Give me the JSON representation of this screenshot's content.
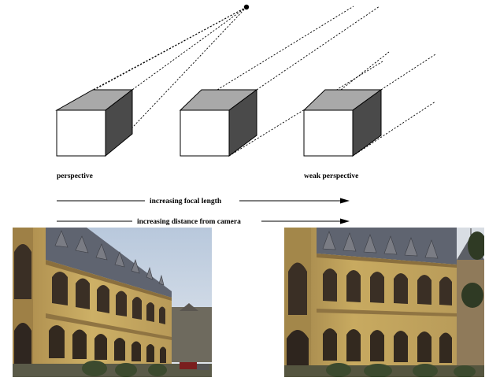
{
  "labels": {
    "left": "perspective",
    "right": "weak perspective",
    "arrow1": "increasing  focal length",
    "arrow2": "increasing distance from camera"
  },
  "colors": {
    "cube_front": "#ffffff",
    "cube_top": "#a9a9a9",
    "cube_side": "#4a4a4a",
    "stone": "#c9a95a",
    "roof": "#5f6470",
    "sky": "#cfd9e6",
    "window": "#3a2f25"
  },
  "photos": [
    {
      "name": "photo-perspective"
    },
    {
      "name": "photo-weak-perspective"
    }
  ]
}
